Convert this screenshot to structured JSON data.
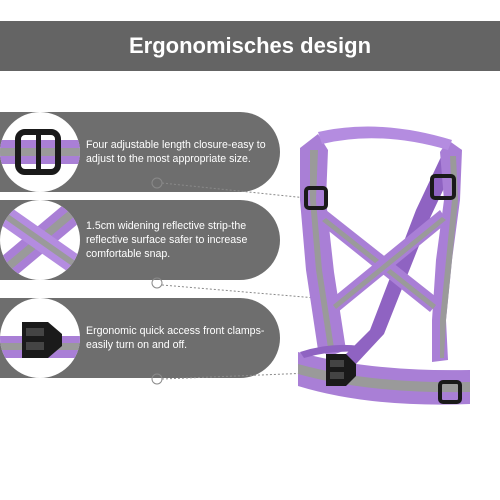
{
  "banner": {
    "title": "Ergonomisches design"
  },
  "features": [
    {
      "icon": "adjustable-buckle-icon",
      "text": "Four adjustable length closure-easy to adjust to the most appropriate size."
    },
    {
      "icon": "reflective-strip-icon",
      "text": "1.5cm widening reflective strip-the reflective surface safer to increase comfortable snap."
    },
    {
      "icon": "quick-release-clamp-icon",
      "text": "Ergonomic quick access front clamps-easily turn on and off."
    }
  ],
  "colors": {
    "banner": "#646464",
    "callout": "#6e6e6e",
    "strap": "#a97fd6",
    "strap_dark": "#8f63c2",
    "reflective": "#9a9a9a",
    "buckle": "#1a1a1a"
  }
}
